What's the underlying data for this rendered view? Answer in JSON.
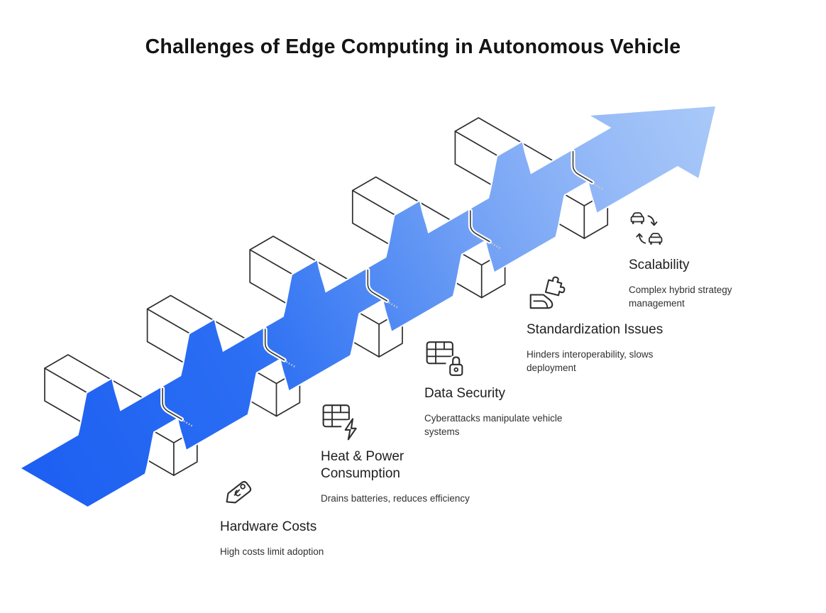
{
  "title": "Challenges of Edge Computing in Autonomous Vehicle",
  "colors": {
    "ribbon_start": "#1d5ff2",
    "ribbon_mid": "#4f89f4",
    "ribbon_end": "#a9c9f8",
    "box_outline": "#2e2e2e",
    "heading_text": "#1e1e1e",
    "body_text": "#303030"
  },
  "steps": [
    {
      "title": "Hardware Costs",
      "description": "High costs limit adoption",
      "icon": "price-tag-icon"
    },
    {
      "title": "Heat & Power Consumption",
      "description": "Drains batteries, reduces efficiency",
      "icon": "power-grid-bolt-icon"
    },
    {
      "title": "Data Security",
      "description": "Cyberattacks manipulate vehicle systems",
      "icon": "data-grid-lock-icon"
    },
    {
      "title": "Standardization Issues",
      "description": "Hinders interoperability, slows deployment",
      "icon": "puzzle-hand-icon"
    },
    {
      "title": "Scalability",
      "description": "Complex hybrid strategy management",
      "icon": "car-swap-icon"
    }
  ]
}
